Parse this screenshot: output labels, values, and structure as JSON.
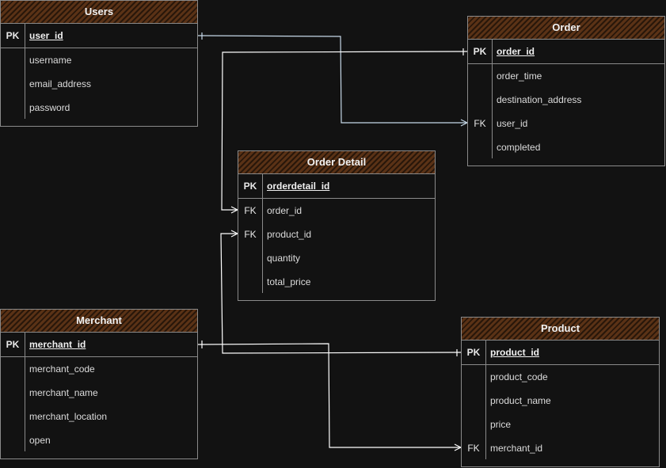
{
  "entities": {
    "users": {
      "title": "Users",
      "pk": {
        "key": "PK",
        "field": "user_id"
      },
      "fields": [
        {
          "key": "",
          "field": "username"
        },
        {
          "key": "",
          "field": "email_address"
        },
        {
          "key": "",
          "field": "password"
        }
      ]
    },
    "order": {
      "title": "Order",
      "pk": {
        "key": "PK",
        "field": "order_id"
      },
      "fields": [
        {
          "key": "",
          "field": "order_time"
        },
        {
          "key": "",
          "field": "destination_address"
        },
        {
          "key": "FK",
          "field": "user_id"
        },
        {
          "key": "",
          "field": "completed"
        }
      ]
    },
    "order_detail": {
      "title": "Order Detail",
      "pk": {
        "key": "PK",
        "field": "orderdetail_id"
      },
      "fields": [
        {
          "key": "FK",
          "field": "order_id"
        },
        {
          "key": "FK",
          "field": "product_id"
        },
        {
          "key": "",
          "field": "quantity"
        },
        {
          "key": "",
          "field": "total_price"
        }
      ]
    },
    "merchant": {
      "title": "Merchant",
      "pk": {
        "key": "PK",
        "field": "merchant_id"
      },
      "fields": [
        {
          "key": "",
          "field": "merchant_code"
        },
        {
          "key": "",
          "field": "merchant_name"
        },
        {
          "key": "",
          "field": "merchant_location"
        },
        {
          "key": "",
          "field": "open"
        }
      ]
    },
    "product": {
      "title": "Product",
      "pk": {
        "key": "PK",
        "field": "product_id"
      },
      "fields": [
        {
          "key": "",
          "field": "product_code"
        },
        {
          "key": "",
          "field": "product_name"
        },
        {
          "key": "",
          "field": "price"
        },
        {
          "key": "FK",
          "field": "merchant_id"
        }
      ]
    }
  },
  "colors": {
    "background": "#121212",
    "header_fill": "#5a3216",
    "border": "#8a8a8a",
    "connector_blue": "#c6d8e8",
    "connector_white": "#ffffff"
  }
}
